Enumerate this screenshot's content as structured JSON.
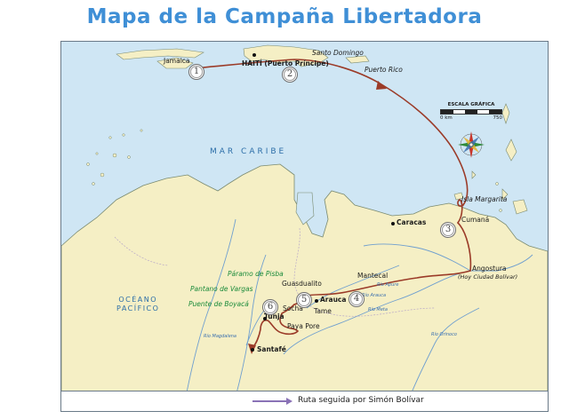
{
  "title": "Mapa de la Campaña Libertadora",
  "places": {
    "jamaica": "Jamaica",
    "haiti": "HAITÍ (Puerto Príncipe)",
    "santo_domingo": "Santo Domingo",
    "puerto_rico": "Puerto Rico",
    "isla_margarita": "Isla Margarita",
    "cumana": "Cumaná",
    "caracas": "Caracas",
    "angostura": "Angostura",
    "angostura_note": "(Hoy Ciudad Bolívar)",
    "mantecal": "Mantecal",
    "guasdualito": "Guasdualito",
    "arauca": "Arauca",
    "tame": "Tame",
    "socha": "Socha",
    "paya_pore": "Paya Pore",
    "tunja": "Tunja",
    "santafe": "Santafé"
  },
  "battles": {
    "paramo_pisba": "Páramo de Pisba",
    "pantano_vargas": "Pantano de Vargas",
    "puente_boyaca": "Puente de Boyacá"
  },
  "water": {
    "mar_caribe": "MAR CARIBE",
    "oceano_line1": "OCÉANO",
    "oceano_line2": "PACÍFICO"
  },
  "rivers": {
    "meta": "Río Meta",
    "apure": "Río Apure",
    "arauca": "Río Arauca",
    "magdalena": "Río Magdalena",
    "orinoco": "Río Orinoco"
  },
  "route_markers": [
    "1",
    "2",
    "3",
    "4",
    "5",
    "6"
  ],
  "scale": {
    "title": "ESCALA GRÁFICA",
    "start": "0 km",
    "end": "750"
  },
  "legend": {
    "route_label": "Ruta seguida por Simón Bolívar"
  },
  "colors": {
    "title": "#3f8fd6",
    "sea": "#cfe6f4",
    "land": "#f5efc5",
    "route": "#9b3b28",
    "battle_text": "#1a8a3a",
    "legend_line": "#8a72b6"
  },
  "icons": {
    "compass": "compass-rose-icon"
  }
}
